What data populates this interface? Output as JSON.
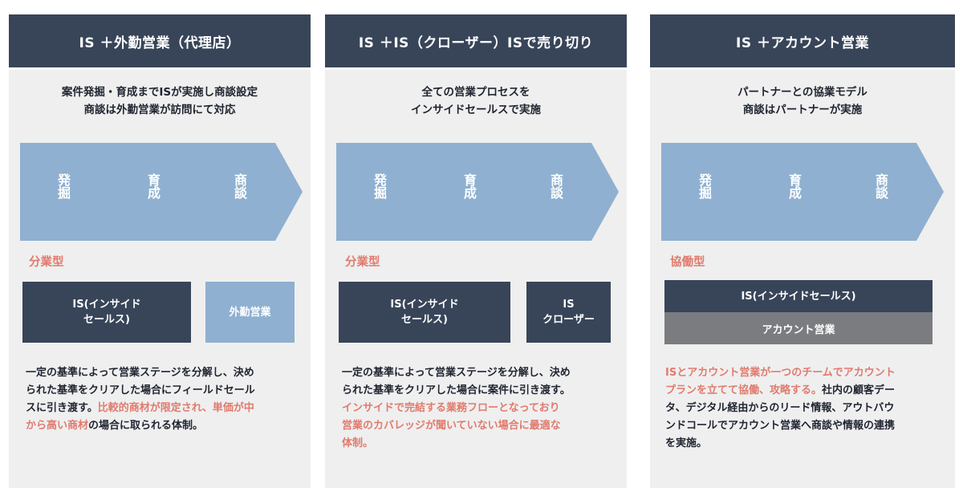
{
  "panels": [
    {
      "title": "IS ＋外勤営業（代理店）",
      "subtitle": [
        "案件発掘・育成までISが実施し商談設定",
        "商談は外勤営業が訪問にて対応"
      ],
      "stages": [
        "発掘",
        "育成",
        "商談"
      ],
      "model_label": "分業型",
      "boxes": [
        {
          "lines": [
            "IS(インサイド",
            "セールス)"
          ]
        },
        {
          "lines": [
            "外勤営業"
          ]
        }
      ],
      "description": [
        [
          {
            "t": "一定の基準によって営業ステージを分解し、決め",
            "hl": false
          }
        ],
        [
          {
            "t": "られた基準をクリアした場合にフィールドセール",
            "hl": false
          }
        ],
        [
          {
            "t": "スに引き渡す。",
            "hl": false
          },
          {
            "t": "比較的商材が限定され、単価が中",
            "hl": true
          }
        ],
        [
          {
            "t": "から高い商材",
            "hl": true
          },
          {
            "t": "の場合に取られる体制。",
            "hl": false
          }
        ]
      ]
    },
    {
      "title": "IS ＋IS（クローザー）ISで売り切り",
      "subtitle": [
        "全ての営業プロセスを",
        "インサイドセールスで実施"
      ],
      "stages": [
        "発掘",
        "育成",
        "商談"
      ],
      "model_label": "分業型",
      "boxes": [
        {
          "lines": [
            "IS(インサイド",
            "セールス)"
          ]
        },
        {
          "lines": [
            "IS",
            "クローザー"
          ]
        }
      ],
      "description": [
        [
          {
            "t": "一定の基準によって営業ステージを分解し、決め",
            "hl": false
          }
        ],
        [
          {
            "t": "られた基準をクリアした場合に案件に引き渡す。",
            "hl": false
          }
        ],
        [
          {
            "t": "インサイドで完結する業務フローとなっており",
            "hl": true
          }
        ],
        [
          {
            "t": "営業のカバレッジが聞いていない場合に最適な",
            "hl": true
          }
        ],
        [
          {
            "t": "体制。",
            "hl": true
          }
        ]
      ]
    },
    {
      "title": "IS ＋アカウント営業",
      "subtitle": [
        "パートナーとの協業モデル",
        "商談はパートナーが実施"
      ],
      "stages": [
        "発掘",
        "育成",
        "商談"
      ],
      "model_label": "協働型",
      "boxes": [
        {
          "lines": [
            "IS(インサイドセールス)"
          ]
        },
        {
          "lines": [
            "アカウント営業"
          ]
        }
      ],
      "description": [
        [
          {
            "t": "ISとアカウント営業が一つのチームでアカウント",
            "hl": true
          }
        ],
        [
          {
            "t": "プランを立てて協働、攻略する。",
            "hl": true
          },
          {
            "t": "社内の顧客デー",
            "hl": false
          }
        ],
        [
          {
            "t": "タ、デジタル経由からのリード情報、アウトバウ",
            "hl": false
          }
        ],
        [
          {
            "t": "ンドコールでアカウント営業へ商談や情報の連携",
            "hl": false
          }
        ],
        [
          {
            "t": "を実施。",
            "hl": false
          }
        ]
      ]
    }
  ],
  "colors": {
    "header": "#384559",
    "chevron": "#8fb0d0",
    "accent": "#e07b6e",
    "gray_box": "#7a7c80",
    "panel_bg": "#efefef"
  }
}
